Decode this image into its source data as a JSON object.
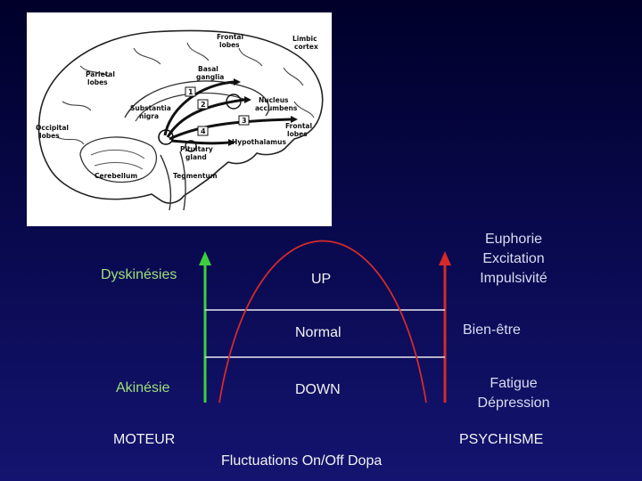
{
  "brain_figure": {
    "labels": {
      "frontal_lobes_top": [
        "Frontal",
        "lobes"
      ],
      "limbic_cortex": [
        "Limbic",
        "cortex"
      ],
      "parietal_lobes": [
        "Parietal",
        "lobes"
      ],
      "basal_ganglia": [
        "Basal",
        "ganglia"
      ],
      "substantia_nigra": [
        "Substantia",
        "nigra"
      ],
      "nucleus_accumbens": [
        "Nucleus",
        "accumbens"
      ],
      "occipital_lobes": [
        "Occipital",
        "lobes"
      ],
      "frontal_lobes_right": [
        "Frontal",
        "lobes"
      ],
      "hypothalamus": "Hypothalamus",
      "pituitary_gland": [
        "Pituitary",
        "gland"
      ],
      "cerebellum": "Cerebellum",
      "tegmentum": "Tegmentum"
    },
    "pathway_numbers": [
      "1",
      "2",
      "3",
      "4"
    ]
  },
  "diagram": {
    "left_labels": {
      "top": "Dyskinésies",
      "bottom": "Akinésie",
      "axis": "MOTEUR"
    },
    "center_labels": {
      "top": "UP",
      "middle": "Normal",
      "bottom": "DOWN",
      "caption": "Fluctuations On/Off Dopa"
    },
    "right_labels": {
      "top": [
        "Euphorie",
        "Excitation",
        "Impulsivité"
      ],
      "middle": "Bien-être",
      "bottom": [
        "Fatigue",
        "Dépression"
      ],
      "axis": "PSYCHISME"
    },
    "colors": {
      "left_arrow": "#3ecf3e",
      "right_arrow": "#d42a2a",
      "curve": "#d42a2a",
      "lines": "#e8e8f0",
      "left_text": "#9ee07a"
    }
  }
}
